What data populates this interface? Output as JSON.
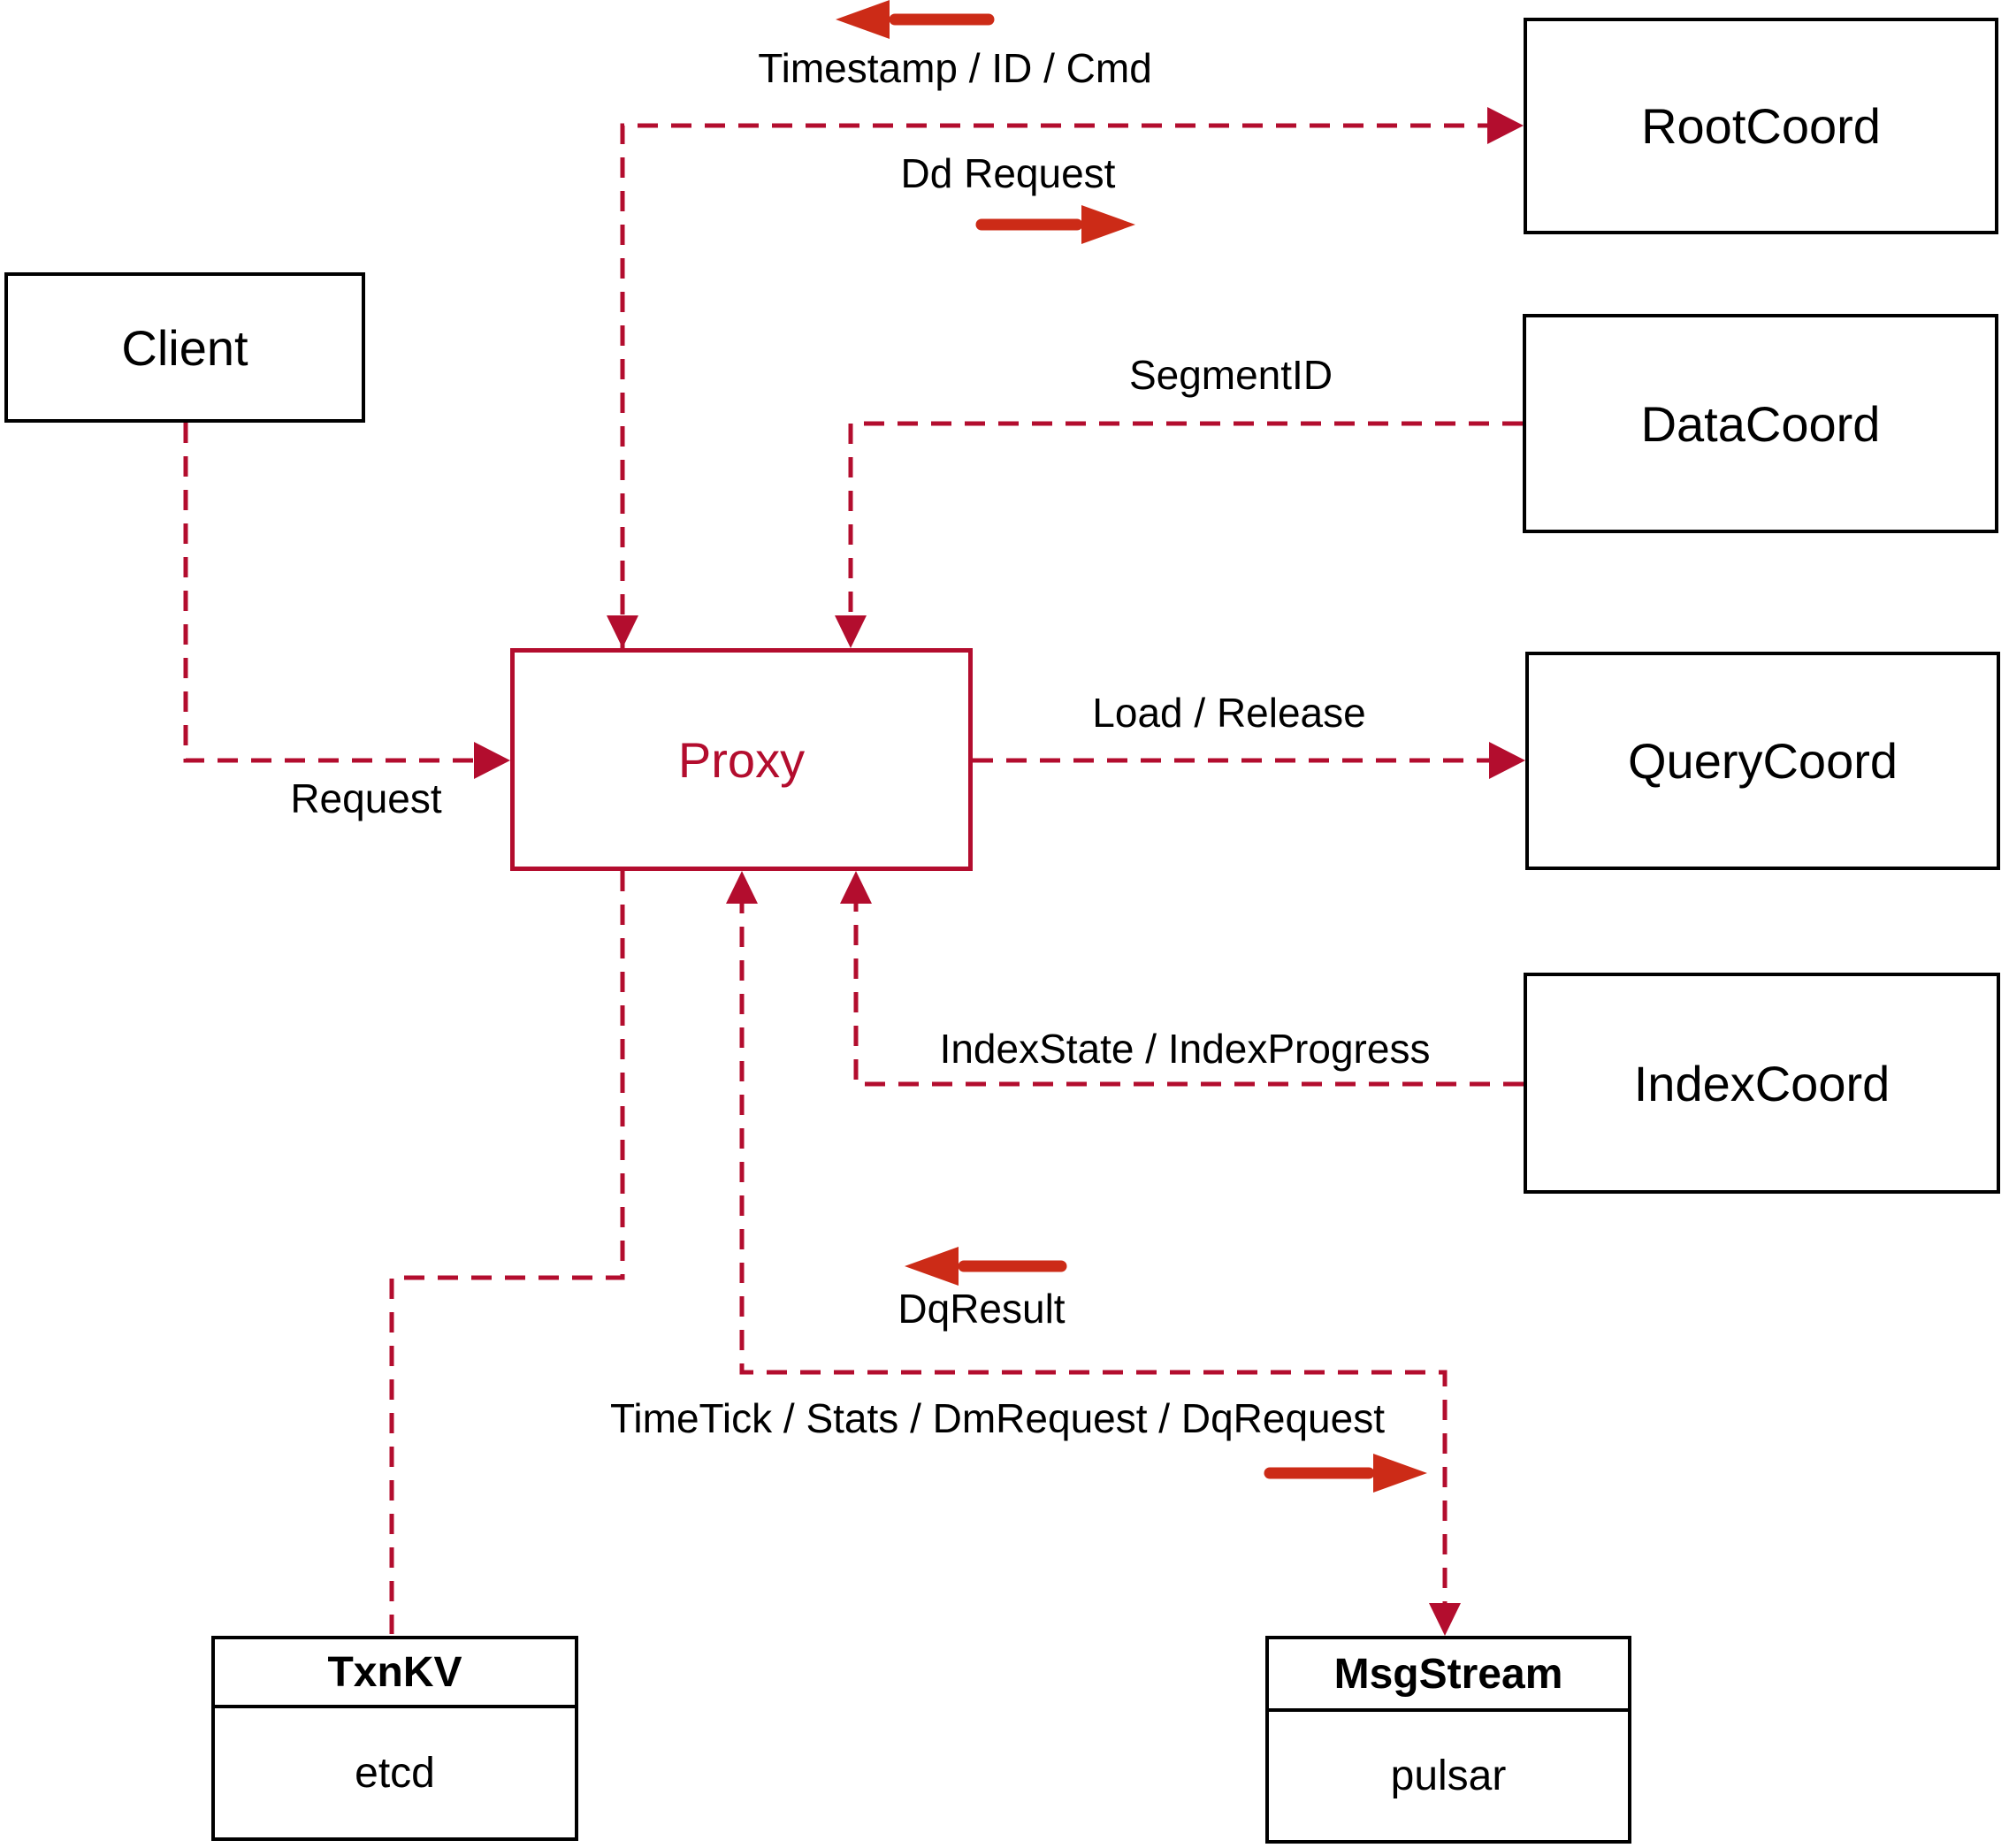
{
  "colors": {
    "line": "#b30d2e",
    "arrow": "#cc2b17",
    "ink": "#000000",
    "bg": "#ffffff"
  },
  "nodes": {
    "client": {
      "label": "Client"
    },
    "proxy": {
      "label": "Proxy"
    },
    "rootcoord": {
      "label": "RootCoord"
    },
    "datacoord": {
      "label": "DataCoord"
    },
    "querycoord": {
      "label": "QueryCoord"
    },
    "indexcoord": {
      "label": "IndexCoord"
    },
    "txnkv": {
      "title": "TxnKV",
      "impl": "etcd"
    },
    "msgstream": {
      "title": "MsgStream",
      "impl": "pulsar"
    }
  },
  "edges": {
    "root_response": {
      "label": "Timestamp / ID / Cmd",
      "from": "RootCoord",
      "to": "Proxy"
    },
    "root_request": {
      "label": "Dd Request",
      "from": "Proxy",
      "to": "RootCoord"
    },
    "segment_id": {
      "label": "SegmentID",
      "from": "DataCoord",
      "to": "Proxy"
    },
    "load_release": {
      "label": "Load / Release",
      "from": "Proxy",
      "to": "QueryCoord"
    },
    "index_state": {
      "label": "IndexState / IndexProgress",
      "from": "IndexCoord",
      "to": "Proxy"
    },
    "dq_result": {
      "label": "DqResult",
      "from": "MsgStream",
      "to": "Proxy"
    },
    "msg_request": {
      "label": "TimeTick / Stats / DmRequest / DqRequest",
      "from": "Proxy",
      "to": "MsgStream"
    },
    "client_request": {
      "label": "Request",
      "from": "Client",
      "to": "Proxy"
    }
  },
  "icons": {
    "root_response_arrow": "left-arrow-icon",
    "root_request_arrow": "right-arrow-icon",
    "dq_result_arrow": "left-arrow-icon",
    "msg_request_arrow": "right-arrow-icon"
  }
}
